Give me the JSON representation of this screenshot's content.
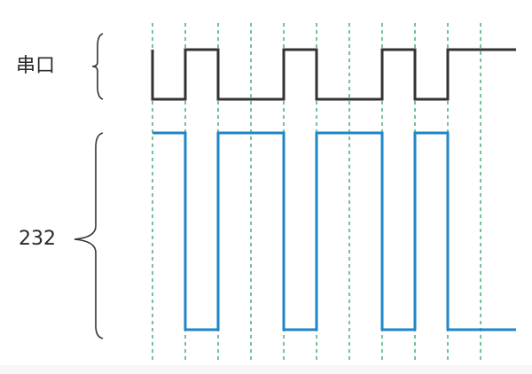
{
  "labels": {
    "uart": "串口",
    "rs232": "232"
  },
  "timing": {
    "levels": [
      0,
      1,
      0,
      0,
      1,
      0,
      0,
      1,
      0,
      1,
      1
    ],
    "uart_color": "#333333",
    "rs232_color": "#1f86c8",
    "grid_color": "#3aa96a"
  }
}
